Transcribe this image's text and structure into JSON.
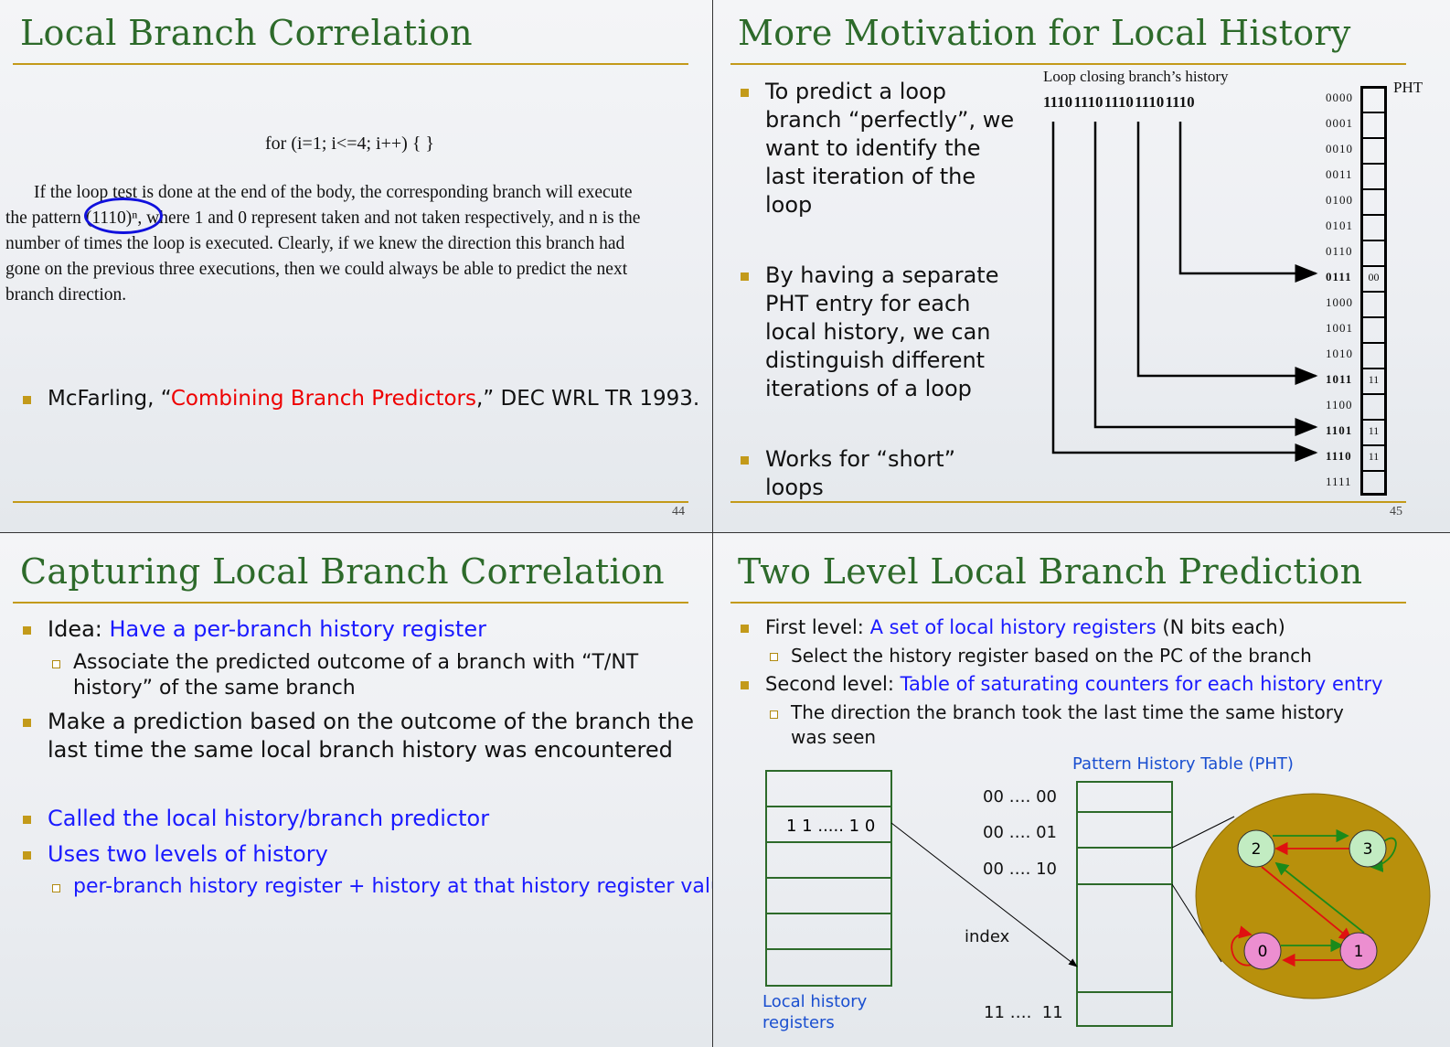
{
  "slide44": {
    "title": "Local Branch Correlation",
    "code": "for (i=1; i<=4; i++) { }",
    "para_lines": [
      "If the loop test is done at the end of the body, the corresponding branch will execute",
      "the pattern (1110)ⁿ, where 1 and 0 represent taken and not taken respectively, and n is the",
      "number of times the loop is executed.  Clearly, if we knew the direction this branch had",
      "gone on the previous three executions, then we could always be able to predict the next",
      "branch direction."
    ],
    "ref_prefix": "McFarling, “",
    "ref_title": "Combining Branch Predictors",
    "ref_suffix": ",” DEC WRL TR 1993.",
    "page": "44"
  },
  "slide45": {
    "title": "More Motivation for Local History",
    "bullets": [
      "To predict a loop branch “perfectly”, we want to identify the last iteration of the loop",
      "By having a separate PHT entry for each local history, we can distinguish different iterations of a loop",
      "Works for “short” loops"
    ],
    "history_label": "Loop closing branch’s history",
    "history_bits": "1110 1110 1110 1110 1110",
    "pht_label": "PHT",
    "pht_rows": [
      "0000",
      "0001",
      "0010",
      "0011",
      "0100",
      "0101",
      "0110",
      "0111",
      "1000",
      "1001",
      "1010",
      "1011",
      "1100",
      "1101",
      "1110",
      "1111"
    ],
    "pht_values": {
      "0111": "00",
      "1011": "11",
      "1101": "11",
      "1110": "11"
    },
    "page": "45"
  },
  "slide46": {
    "title": "Capturing Local Branch Correlation",
    "idea_prefix": "Idea: ",
    "idea": "Have a per-branch history register",
    "sub1": "Associate the predicted outcome of a branch with “T/NT history” of the same branch",
    "b2": "Make a prediction based on the outcome of the branch the last time the same local branch history was encountered",
    "b3": "Called the local history/branch predictor",
    "b4": "Uses two levels of history",
    "sub2": "per-branch history register + history at that history register value"
  },
  "slide47": {
    "title": "Two Level Local Branch Prediction",
    "b1_prefix": "First level: ",
    "b1_blue": "A set of local history registers",
    "b1_suffix": " (N bits each)",
    "s1": "Select the history register based on the PC of the branch",
    "b2_prefix": "Second level: ",
    "b2_blue": "Table of saturating counters for each history entry",
    "s2": "The direction the branch took the last time the same history was seen",
    "pht_title": "Pattern History Table (PHT)",
    "reg_value": "1 1 ..... 1 0",
    "reg_label": "Local history registers",
    "idx": [
      "00 …. 00",
      "00 …. 01",
      "00 …. 10",
      "11 ….  11"
    ],
    "index_label": "index",
    "states": [
      "0",
      "1",
      "2",
      "3"
    ],
    "colors": {
      "taken": "#1a8a1a",
      "not_taken": "#e01010",
      "ellipse": "#b8900c"
    }
  }
}
